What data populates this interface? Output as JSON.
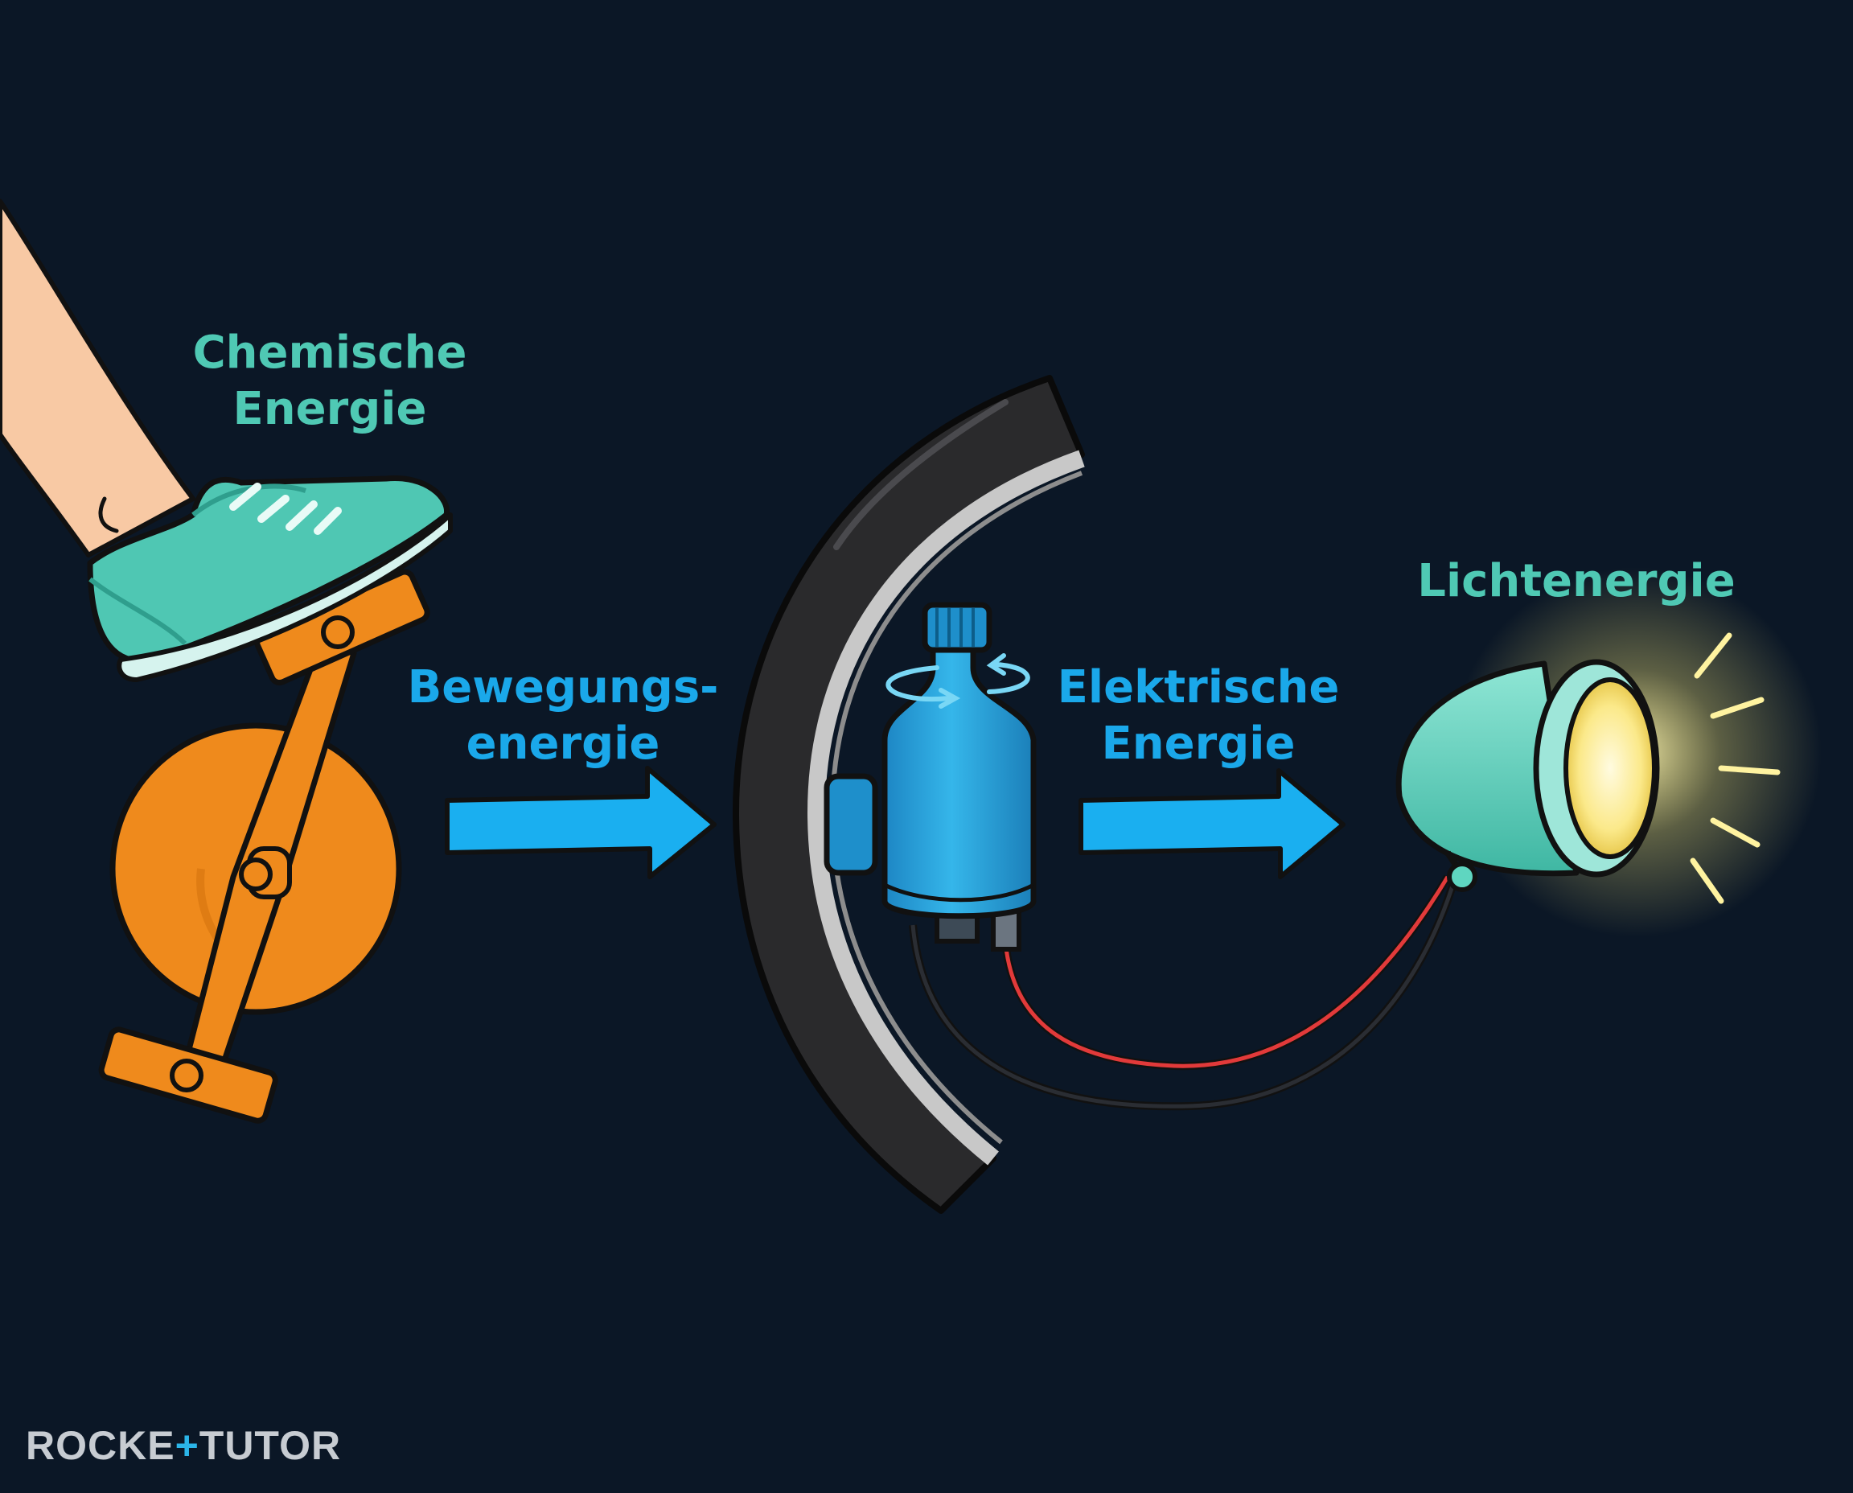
{
  "labels": {
    "chemical": [
      "Chemische",
      "Energie"
    ],
    "kinetic": [
      "Bewegungs-",
      "energie"
    ],
    "electric": [
      "Elektrische",
      "Energie"
    ],
    "light": [
      "Lichtenergie"
    ]
  },
  "logo": {
    "left": "ROCKE",
    "plus": "+",
    "right": "TUTOR"
  },
  "colors": {
    "background": "#0b1726",
    "label_teal": "#4fc9b4",
    "label_blue": "#1aa8ea",
    "arrow": "#1aaff0",
    "pedal": "#ef8a1c",
    "shoe": "#4fc7b3",
    "dynamo": "#2aa9e0",
    "lamp": "#5fd6c0",
    "light": "#fff3a0"
  },
  "icons": [
    "leg-icon",
    "shoe-icon",
    "pedal-crank-icon",
    "wheel-icon",
    "dynamo-icon",
    "lamp-icon",
    "arrow-icon"
  ]
}
